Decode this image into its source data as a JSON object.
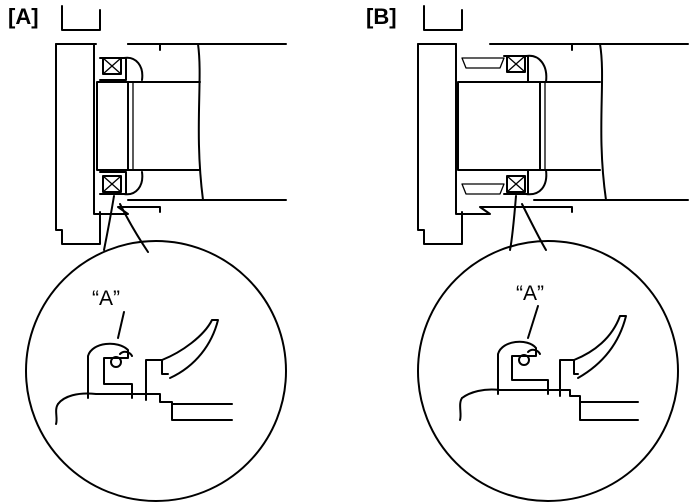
{
  "panels": [
    {
      "id": "A",
      "label": "[A]",
      "callout": "“A”"
    },
    {
      "id": "B",
      "label": "[B]",
      "callout": "“A”"
    }
  ],
  "colors": {
    "line": "#000000",
    "background": "#ffffff"
  }
}
